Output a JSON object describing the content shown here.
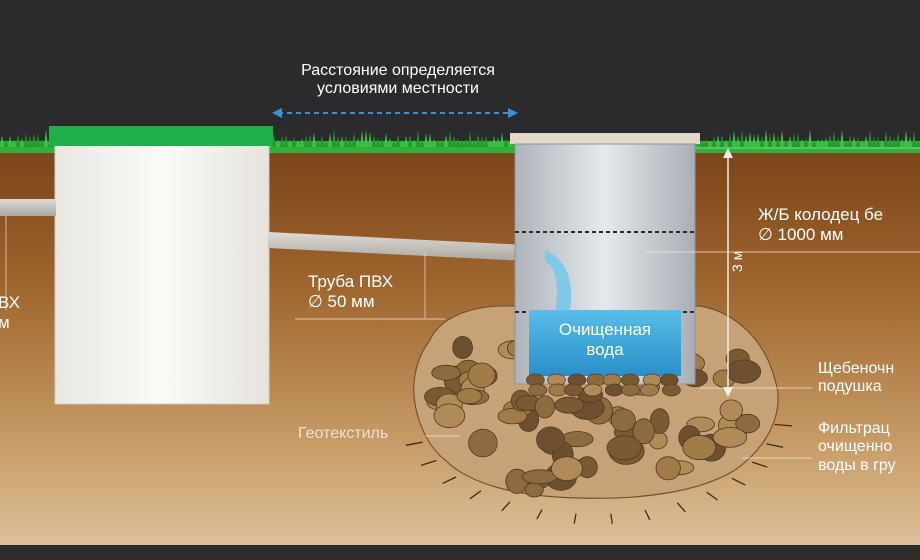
{
  "labels": {
    "distance_line1": "Расстояние определяется",
    "distance_line2": "условиями местности",
    "pipe_left_line1": "ВХ",
    "pipe_left_line2": "м",
    "pipe_pvc_line1": "Труба ПВХ",
    "pipe_pvc_line2": "∅ 50 мм",
    "well_line1": "Ж/Б колодец бе",
    "well_line2": "∅ 1000 мм",
    "depth": "3 м",
    "water_line1": "Очищенная",
    "water_line2": "вода",
    "gravel_line1": "Щебеночн",
    "gravel_line2": "подушка",
    "filtration_line1": "Фильтрац",
    "filtration_line2": "очищенно",
    "filtration_line3": "воды в гру",
    "geotextile": "Геотекстиль"
  },
  "colors": {
    "sky": "#2b2b2d",
    "grass": "#2fb23a",
    "soil_top": "#8a4f22",
    "soil_bottom": "#d8b98c",
    "tank": "#f4f2ee",
    "tank_lid": "#1fb04a",
    "well": "#d9dde2",
    "water": "#3aa3d8",
    "gravel": "#8a6a3e",
    "pipe": "#c9c6c0"
  }
}
